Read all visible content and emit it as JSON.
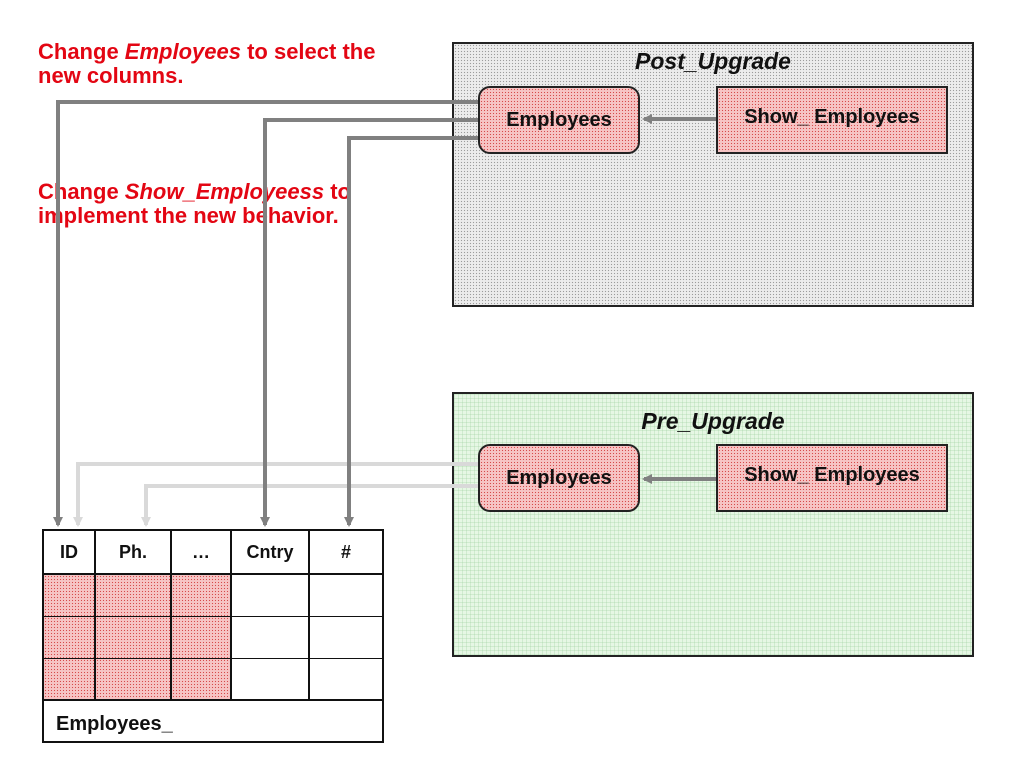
{
  "notes": {
    "note1": {
      "before": "Change ",
      "emph": "Employees",
      "after": " to select the new columns."
    },
    "note2": {
      "before": "Change ",
      "emph": "Show_Employeess",
      "after": " to implement the new behavior."
    }
  },
  "post_upgrade": {
    "title": "Post_Upgrade",
    "view_label": "Employees",
    "show_label": "Show_ Employees"
  },
  "pre_upgrade": {
    "title": "Pre_Upgrade",
    "view_label": "Employees",
    "show_label": "Show_ Employees"
  },
  "table": {
    "name": "Employees_",
    "columns": [
      "ID",
      "Ph.",
      "…",
      "Cntry",
      "#"
    ]
  },
  "colors": {
    "note_red": "#e30613",
    "arrow_dark": "#808080",
    "arrow_light": "#d9d9d9",
    "hatch_pink": "#f6c4c4",
    "pre_green": "#e6f7e4"
  }
}
